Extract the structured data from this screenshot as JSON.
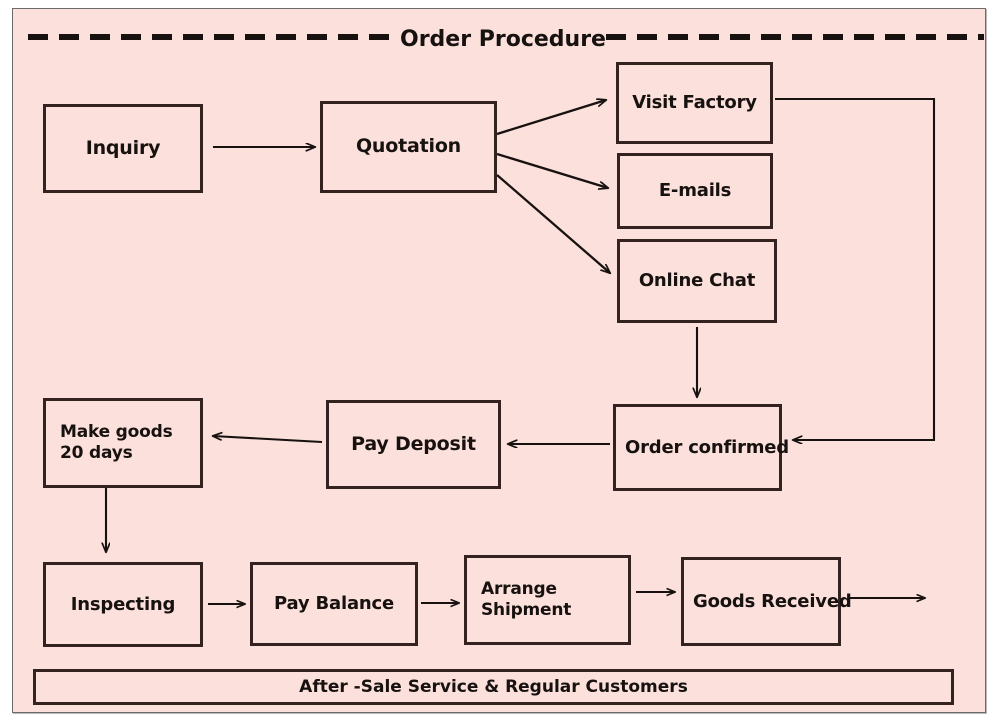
{
  "diagram": {
    "title": "Order Procedure",
    "background_color": "#fbe0dc",
    "line_color": "#332220",
    "text_color": "#17120f",
    "frame_color": "#6b6b6b",
    "title_divider": "dashed-line",
    "nodes": {
      "inquiry": "Inquiry",
      "quotation": "Quotation",
      "visit_factory": "Visit Factory",
      "emails": "E-mails",
      "online_chat": "Online Chat",
      "order_confirmed": "Order confirmed",
      "pay_deposit": "Pay Deposit",
      "make_goods_line1": "Make goods",
      "make_goods_line2": "20 days",
      "inspecting": "Inspecting",
      "pay_balance": "Pay Balance",
      "arrange_shipment_line1": "Arrange",
      "arrange_shipment_line2": "Shipment",
      "goods_received": "Goods Received"
    },
    "footer": {
      "label": "After -Sale Service & Regular Customers"
    },
    "edges": [
      {
        "from": "inquiry",
        "to": "quotation",
        "type": "arrow-right"
      },
      {
        "from": "quotation",
        "to": "visit_factory",
        "type": "arrow-diagonal-up"
      },
      {
        "from": "quotation",
        "to": "emails",
        "type": "arrow-diagonal-down"
      },
      {
        "from": "quotation",
        "to": "online_chat",
        "type": "arrow-diagonal-down"
      },
      {
        "from": "online_chat",
        "to": "order_confirmed",
        "type": "arrow-down"
      },
      {
        "from": "visit_factory",
        "to": "order_confirmed",
        "type": "elbow-loop-right"
      },
      {
        "from": "order_confirmed",
        "to": "pay_deposit",
        "type": "arrow-left"
      },
      {
        "from": "pay_deposit",
        "to": "make_goods",
        "type": "arrow-left"
      },
      {
        "from": "make_goods",
        "to": "inspecting",
        "type": "arrow-down"
      },
      {
        "from": "inspecting",
        "to": "pay_balance",
        "type": "arrow-right"
      },
      {
        "from": "pay_balance",
        "to": "arrange_shipment",
        "type": "arrow-right"
      },
      {
        "from": "arrange_shipment",
        "to": "goods_received",
        "type": "arrow-right"
      },
      {
        "from": "goods_received",
        "to": "end",
        "type": "arrow-right"
      }
    ]
  }
}
